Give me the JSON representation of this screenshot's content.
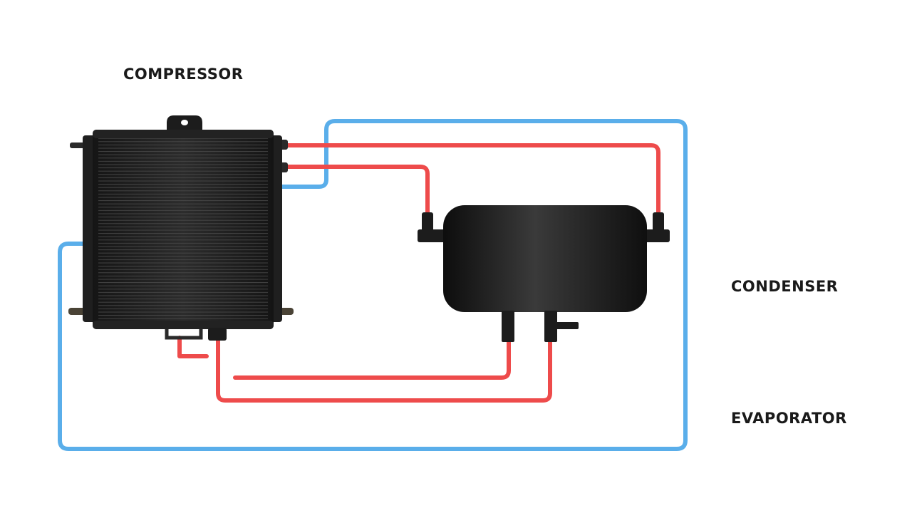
{
  "labels": {
    "compressor": "COMPRESSOR",
    "condenser": "CONDENSER",
    "evaporator": "EVAPORATOR"
  },
  "colors": {
    "cold_line": "#5aaeea",
    "hot_line": "#ee4b4b",
    "component_body": "#1c1c1c",
    "background": "#ffffff"
  }
}
